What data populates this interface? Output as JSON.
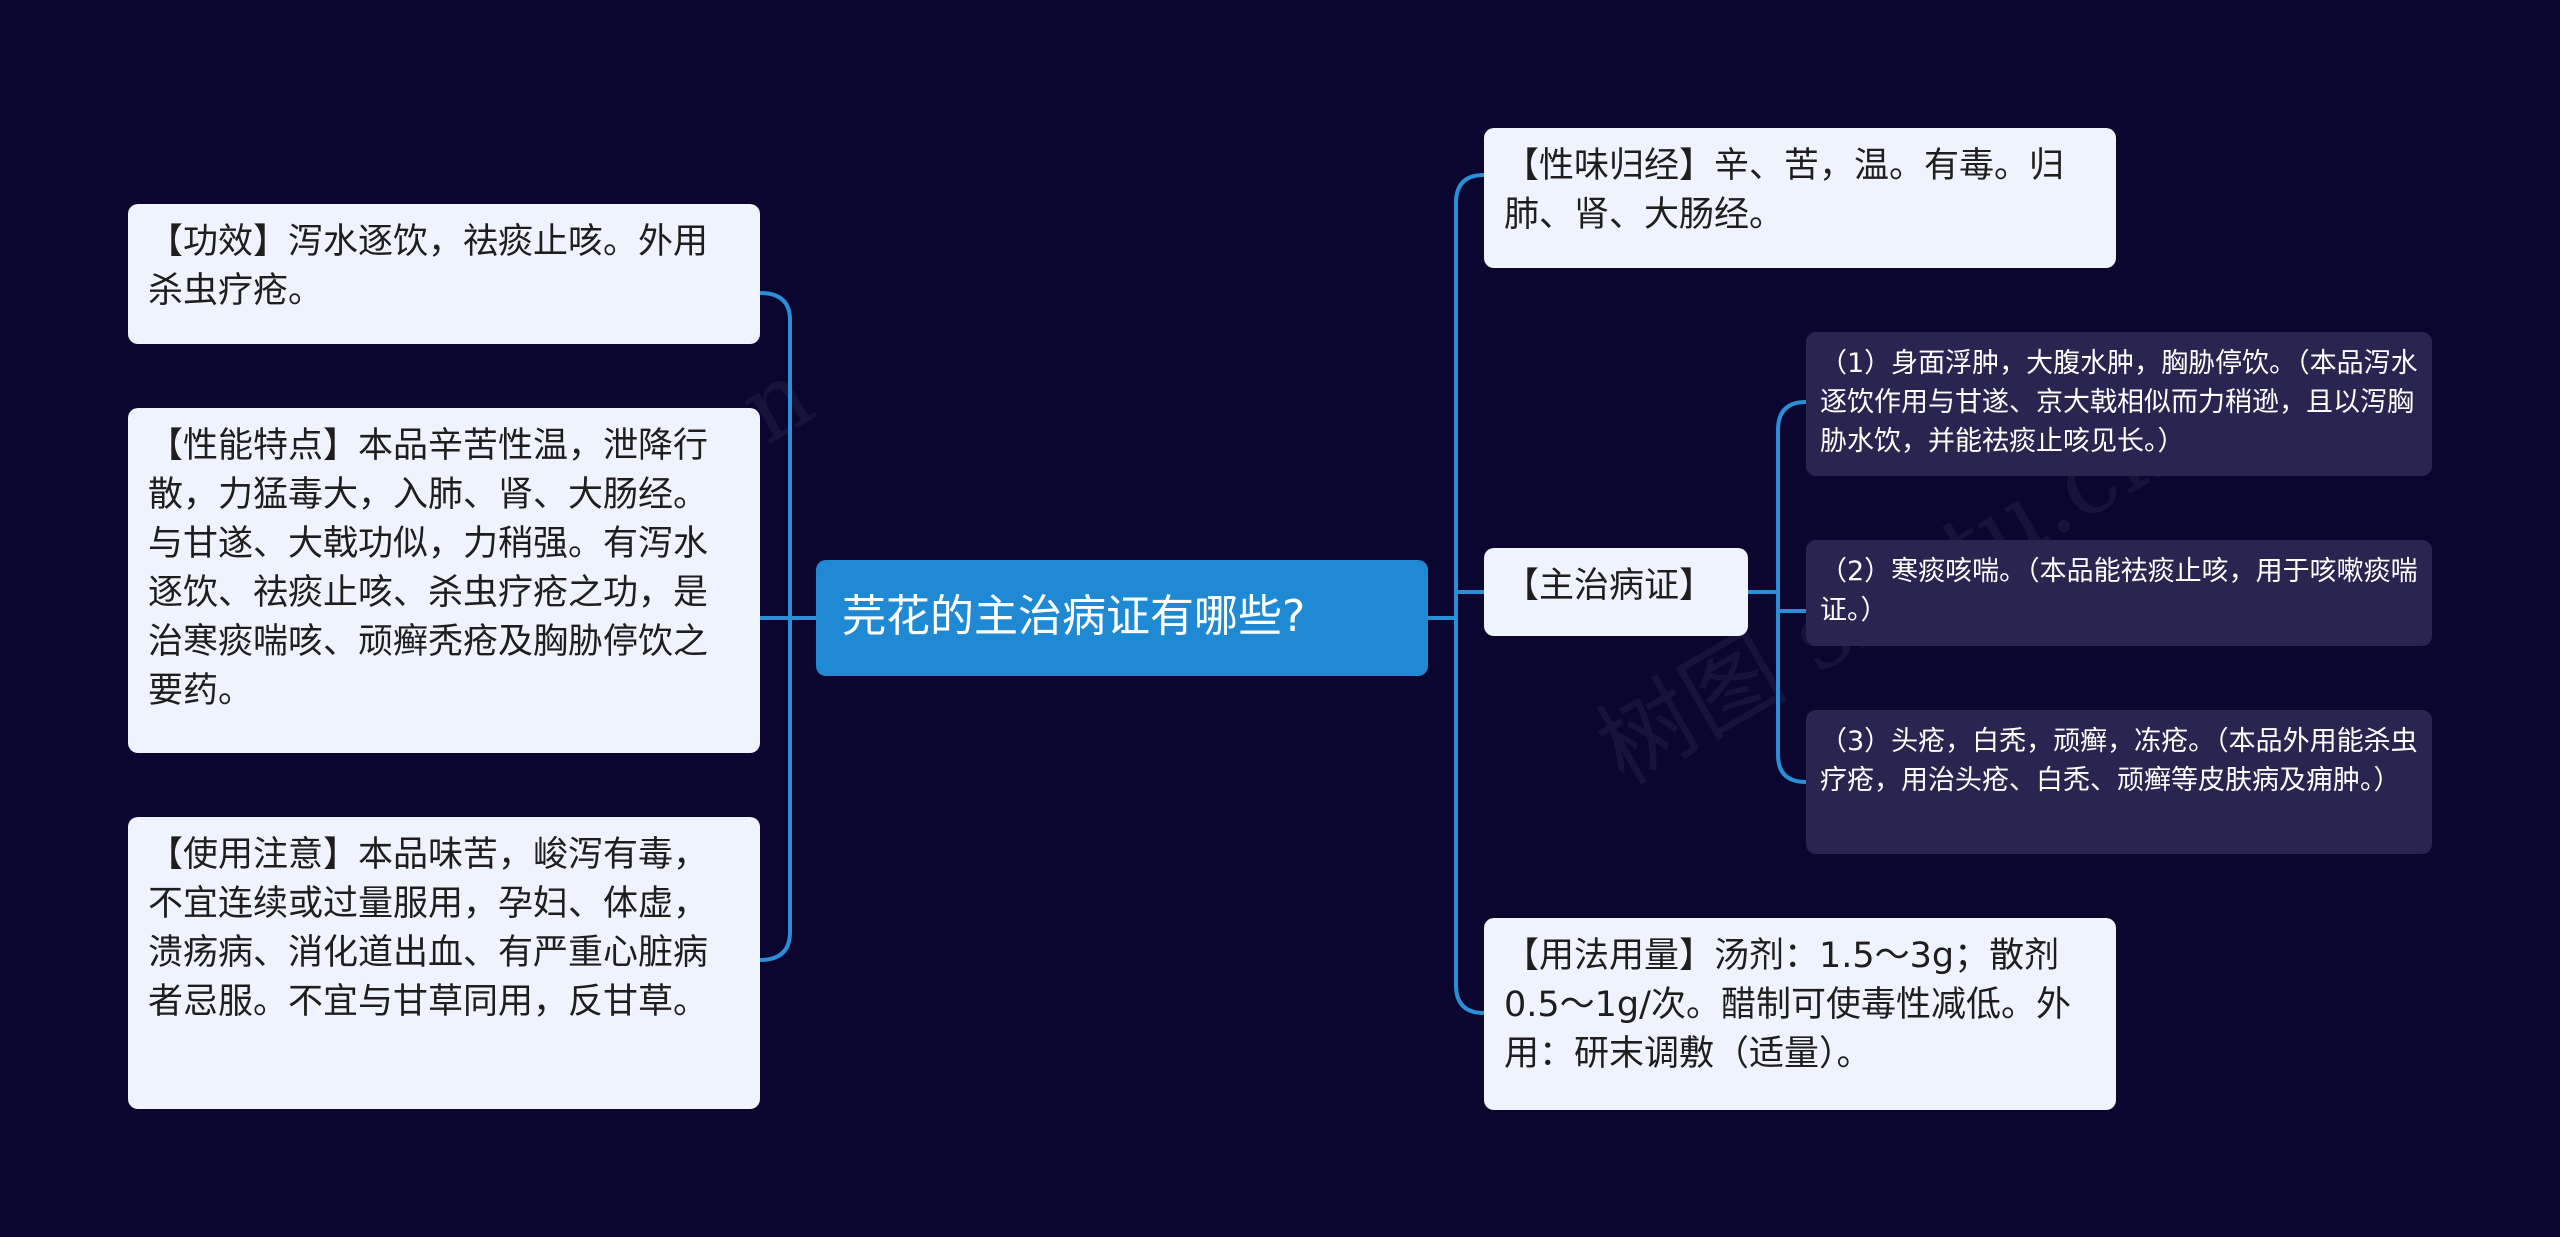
{
  "root": {
    "text": "芫花的主治病证有哪些?"
  },
  "left": [
    {
      "text": "【功效】泻水逐饮，祛痰止咳。外用杀虫疗疮。"
    },
    {
      "text": "【性能特点】本品辛苦性温，泄降行散，力猛毒大，入肺、肾、大肠经。与甘遂、大戟功似，力稍强。有泻水逐饮、祛痰止咳、杀虫疗疮之功，是治寒痰喘咳、顽癣秃疮及胸胁停饮之要药。"
    },
    {
      "text": "【使用注意】本品味苦，峻泻有毒，不宜连续或过量服用，孕妇、体虚，溃疡病、消化道出血、有严重心脏病者忌服。不宜与甘草同用，反甘草。"
    }
  ],
  "right": [
    {
      "text": "【性味归经】辛、苦，温。有毒。归肺、肾、大肠经。"
    },
    {
      "text": "【主治病证】"
    },
    {
      "text": "【用法用量】汤剂：1.5～3g；散剂0.5～1g/次。醋制可使毒性减低。外用：研末调敷（适量）。"
    }
  ],
  "sub": [
    {
      "text": "（1）身面浮肿，大腹水肿，胸胁停饮。（本品泻水逐饮作用与甘遂、京大戟相似而力稍逊，且以泻胸胁水饮，并能祛痰止咳见长。）"
    },
    {
      "text": "（2）寒痰咳喘。（本品能祛痰止咳，用于咳嗽痰喘证。）"
    },
    {
      "text": "（3）头疮，白秃，顽癣，冻疮。（本品外用能杀虫疗疮，用治头疮、白秃、顽癣等皮肤病及痈肿。）"
    }
  ],
  "watermark": [
    "树图 shutu.cn",
    "树图 shutu.cn"
  ],
  "colors": {
    "background": "#0b0630",
    "line": "#2a8fd6",
    "root": "#1f8ad3",
    "light_node": "#eef3fd",
    "dark_node": "#2a2550"
  }
}
